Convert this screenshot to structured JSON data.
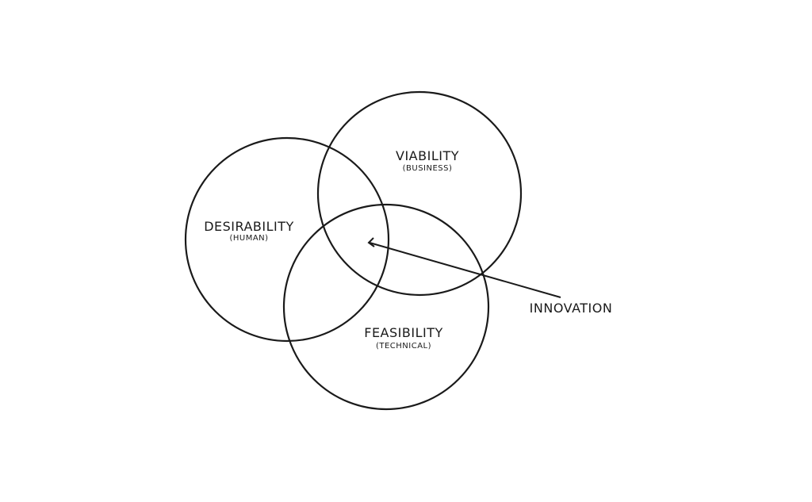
{
  "circles": [
    {
      "title": "DESIRABILITY",
      "subtitle": "(HUMAN)"
    },
    {
      "title": "VIABILITY",
      "subtitle": "(BUSINESS)"
    },
    {
      "title": "FEASIBILITY",
      "subtitle": "(TECHNICAL)"
    }
  ],
  "pointer_label": "INNOVATION",
  "stroke_color": "#1a1a1a"
}
